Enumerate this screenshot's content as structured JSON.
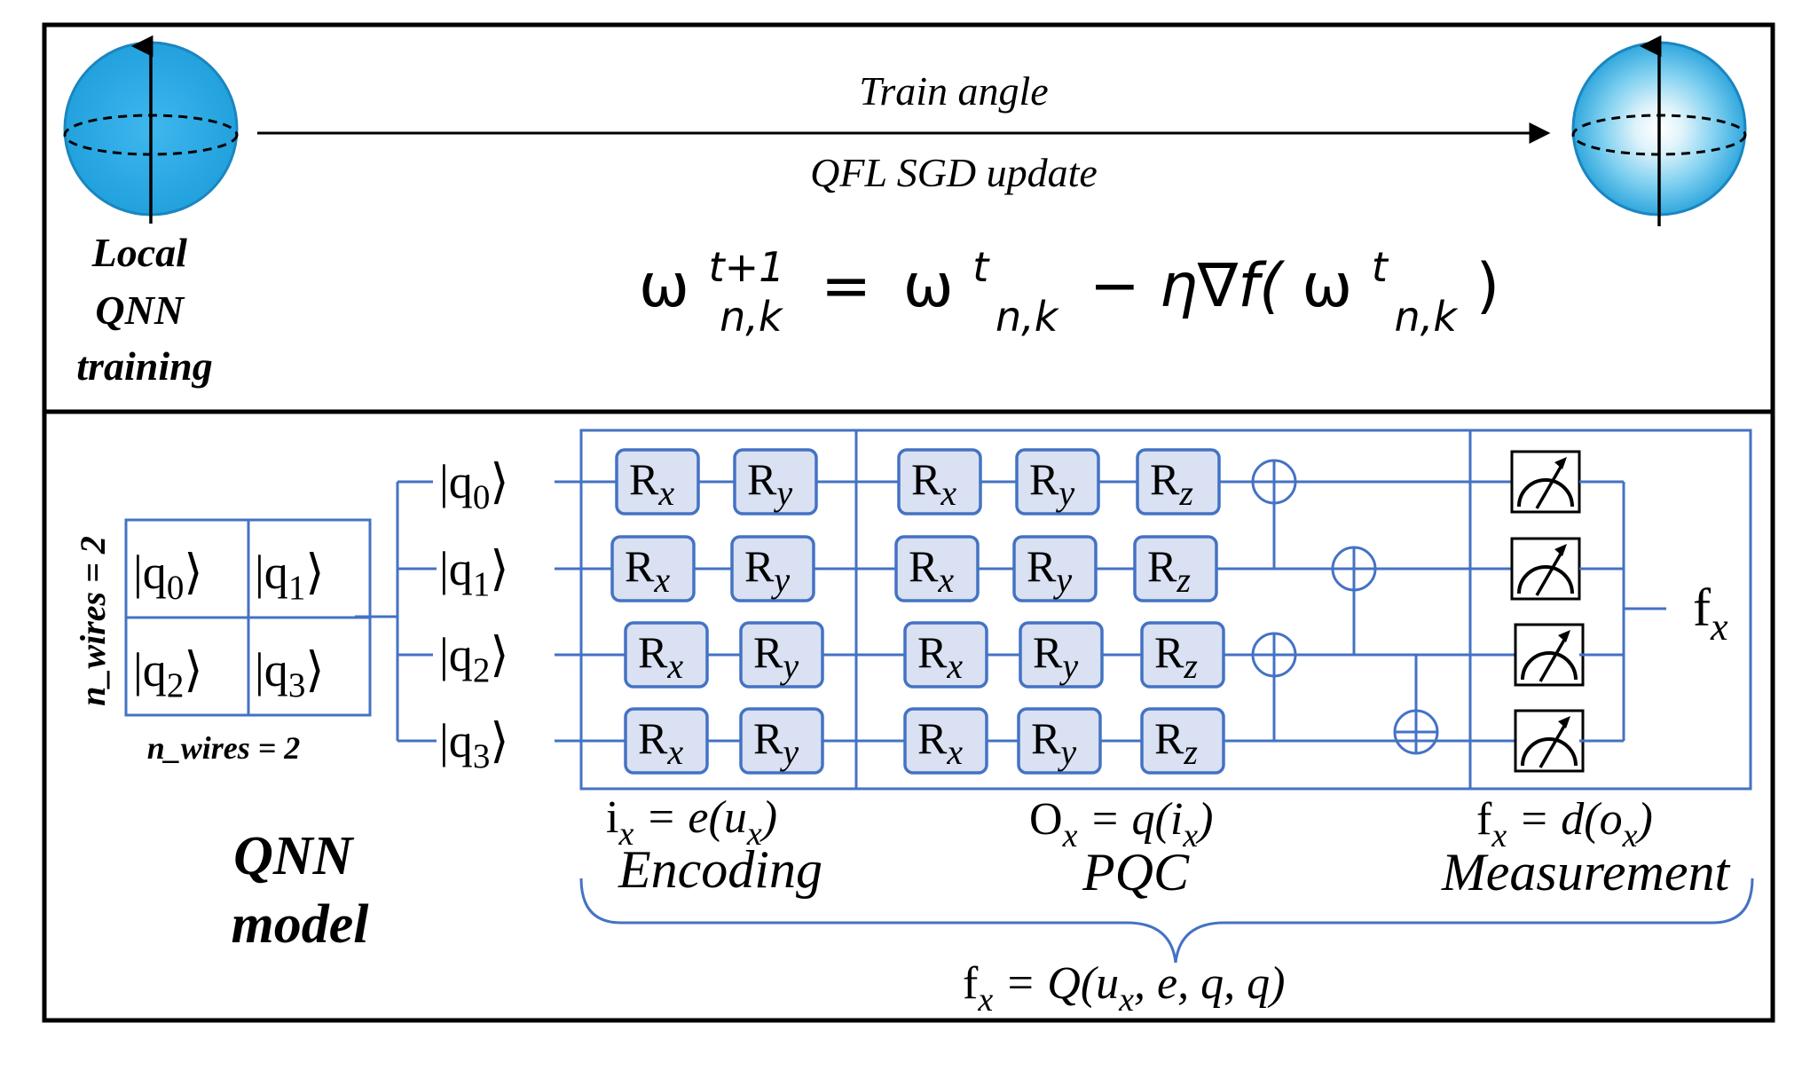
{
  "top_panel": {
    "arrow_label_top": "Train angle",
    "arrow_label_bottom": "QFL SGD update",
    "left_label_lines": [
      "Local",
      "QNN",
      "training"
    ],
    "equation": {
      "lhs_base": "ω",
      "lhs_sup": "t+1",
      "lhs_sub": "n,k",
      "eq": "=",
      "rhs1_base": "ω",
      "rhs1_sup": "t",
      "rhs1_sub": "n,k",
      "minus_term": "− η∇f(",
      "rhs2_base": "ω",
      "rhs2_sup": "t",
      "rhs2_sub": "n,k",
      "close": ")"
    }
  },
  "bottom_panel": {
    "n_wires_vertical": "n_wires = 2",
    "n_wires_horizontal": "n_wires = 2",
    "grid_cells": [
      {
        "k": "|q",
        "s": "0",
        "r": "⟩"
      },
      {
        "k": "|q",
        "s": "1",
        "r": "⟩"
      },
      {
        "k": "|q",
        "s": "2",
        "r": "⟩"
      },
      {
        "k": "|q",
        "s": "3",
        "r": "⟩"
      }
    ],
    "qubits": [
      {
        "k": "|q",
        "s": "0",
        "r": "⟩"
      },
      {
        "k": "|q",
        "s": "1",
        "r": "⟩"
      },
      {
        "k": "|q",
        "s": "2",
        "r": "⟩"
      },
      {
        "k": "|q",
        "s": "3",
        "r": "⟩"
      }
    ],
    "gates": {
      "rx": {
        "base": "R",
        "sub": "x"
      },
      "ry": {
        "base": "R",
        "sub": "y"
      },
      "rz": {
        "base": "R",
        "sub": "z"
      }
    },
    "output": {
      "base": "f",
      "sub": "x"
    },
    "model_label_lines": [
      "QNN",
      "model"
    ],
    "sections": [
      {
        "name": "Encoding",
        "formula": {
          "a": "i",
          "as": "x",
          "mid": " = e(u",
          "ms": "x",
          "end": ")"
        }
      },
      {
        "name": "PQC",
        "formula": {
          "a": "O",
          "as": "x",
          "mid": " = q(i",
          "ms": "x",
          "end": ")"
        }
      },
      {
        "name": "Measurement",
        "formula": {
          "a": "f",
          "as": "x",
          "mid": " = d(o",
          "ms": "x",
          "end": ")"
        }
      }
    ],
    "brace_formula": {
      "a": "f",
      "as": "x",
      "mid": " = Q(u",
      "ms": "x",
      "end": ", e, q, q)"
    }
  },
  "colors": {
    "wire_blue": "#4472c4",
    "gate_fill": "#d9e1f2",
    "sphere_blue": "#29a8e0",
    "border": "#000000"
  }
}
